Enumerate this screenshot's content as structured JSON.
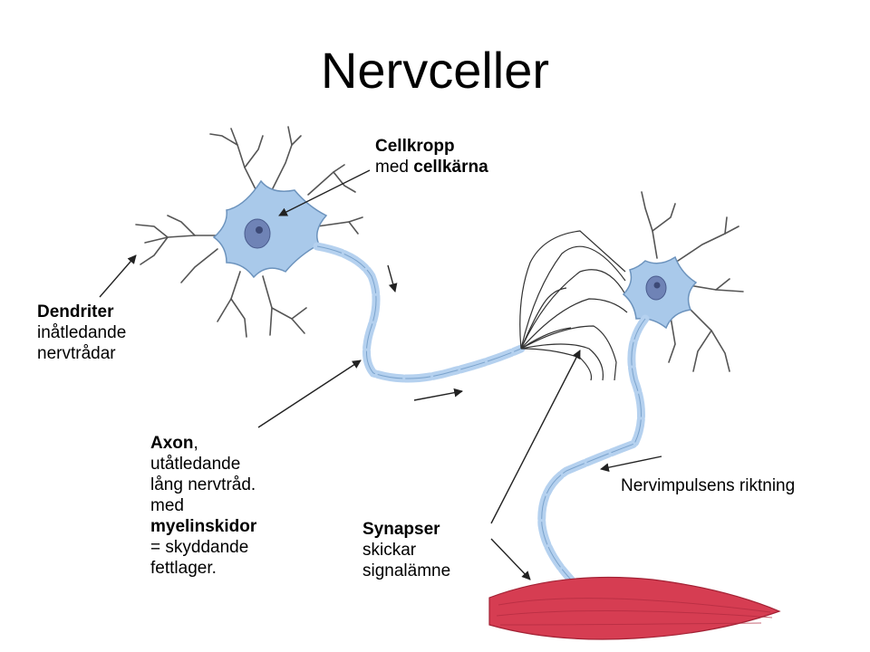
{
  "title": "Nervceller",
  "labels": {
    "cellkropp": {
      "line1_bold": "Cellkropp",
      "line2_pre": "med",
      "line2_bold": "cellkärna"
    },
    "dendriter": {
      "line1_bold": "Dendriter",
      "line2": "inåtledande",
      "line3": "nervtrådar"
    },
    "axon": {
      "line1_bold": "Axon",
      "line1_rest": ",",
      "line2": "utåtledande",
      "line3": "lång nervtråd.",
      "line4": "med",
      "line5_bold": "myelinskidor",
      "line6": "= skyddande",
      "line7": "fettlager."
    },
    "synapser": {
      "line1_bold": "Synapser",
      "line2": "skickar",
      "line3": "signalämne"
    },
    "riktning": {
      "text": "Nervimpulsens riktning"
    }
  },
  "colors": {
    "cell_fill": "#a9c9ea",
    "cell_stroke": "#6c93bd",
    "nucleus": "#6f83b6",
    "myelin": "#b5d1ef",
    "myelin_stroke": "#7ba3cc",
    "muscle": "#d63d52",
    "line": "#222222"
  }
}
